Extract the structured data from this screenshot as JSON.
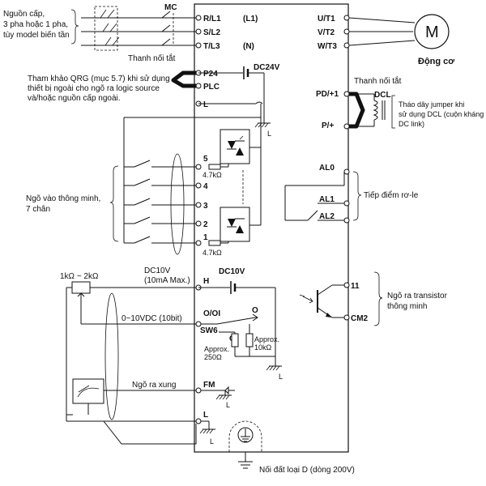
{
  "power": {
    "source_label_line1": "Nguồn cấp,",
    "source_label_line2": "3 pha hoặc 1 pha,",
    "source_label_line3": "tùy model biến tần",
    "mc": "MC",
    "l1_note": "(L1)",
    "n_note": "(N)"
  },
  "inverter_terminals": {
    "r_l1": "R/L1",
    "s_l2": "S/L2",
    "t_l3": "T/L3",
    "u_t1": "U/T1",
    "v_t2": "V/T2",
    "w_t3": "W/T3",
    "p24": "P24",
    "plc": "PLC",
    "l_top": "L",
    "pd1": "PD/+1",
    "pplus": "P/+",
    "in5": "5",
    "in4": "4",
    "in3": "3",
    "in2": "2",
    "in1": "1",
    "al0": "AL0",
    "al1": "AL1",
    "al2": "AL2",
    "h": "H",
    "o_oi": "O/OI",
    "fm": "FM",
    "l_bottom": "L",
    "out11": "11",
    "cm2": "CM2"
  },
  "motor": {
    "letter": "M",
    "label": "Động cơ"
  },
  "jumpers": {
    "left": "Thanh nối tắt",
    "right": "Thanh nối tắt"
  },
  "dc24v": "DC24V",
  "qrg_note": {
    "line1": "Tham khảo QRG (mục 5.7) khi sử dụng",
    "line2": "thiết bị ngoài cho ngõ ra logic source",
    "line3": "và/hoặc nguồn cấp ngoài."
  },
  "dcl": {
    "label": "DCL",
    "note_line1": "Tháo dây jumper khi",
    "note_line2": "sử dụng DCL (cuộn kháng",
    "note_line3": "DC link)"
  },
  "inputs": {
    "resistor_top": "4.7kΩ",
    "resistor_bottom": "4.7kΩ",
    "label_line1": "Ngõ vào thông minh,",
    "label_line2": "7 chân"
  },
  "relay": {
    "label": "Tiếp điểm rơ-le"
  },
  "analog": {
    "pot": "1kΩ ~ 2kΩ",
    "dc10v_note_line1": "DC10V",
    "dc10v_note_line2": "(10mA Max.)",
    "dc10v_source": "DC10V",
    "voltage_range": "0~10VDC (10bit)",
    "o_label": "O",
    "oi_label": "OI",
    "sw6": "SW6",
    "approx1_line1": "Approx.",
    "approx1_line2": "250Ω",
    "approx2_line1": "Approx.",
    "approx2_line2": "10kΩ"
  },
  "pulse_output": "Ngõ ra xung",
  "transistor": {
    "label_line1": "Ngõ ra transistor",
    "label_line2": "thông minh"
  },
  "ground": {
    "l_mark": "L",
    "label": "Nối đất loại D (dòng 200V)"
  }
}
